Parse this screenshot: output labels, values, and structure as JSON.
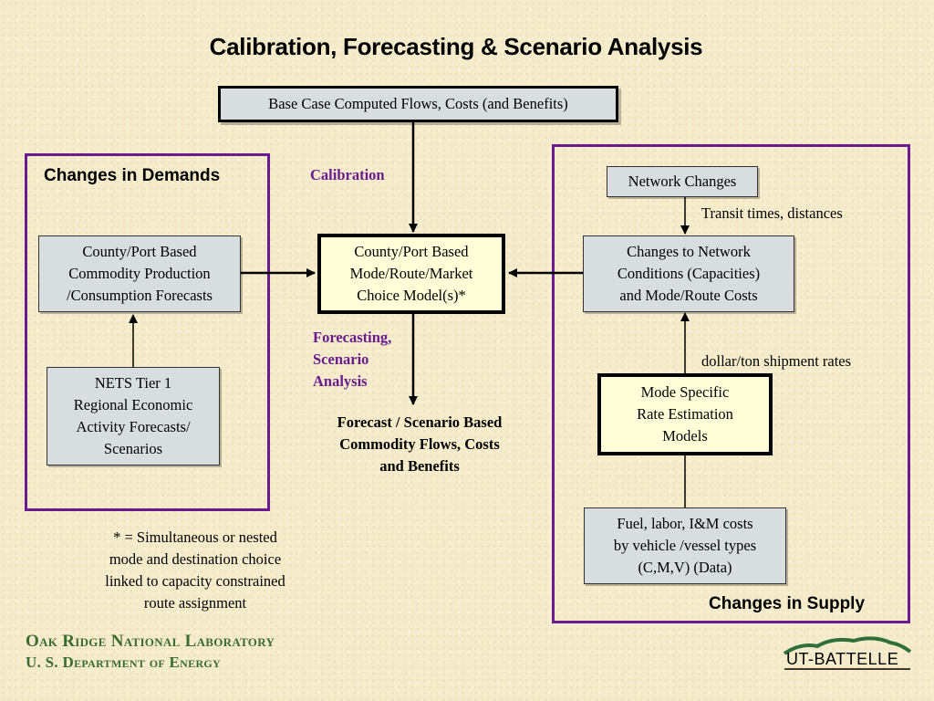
{
  "title": "Calibration, Forecasting & Scenario Analysis",
  "base_case": "Base Case Computed Flows, Costs (and Benefits)",
  "calibration_label": "Calibration",
  "demands": {
    "label": "Changes in Demands",
    "commodity_box": "County/Port Based\nCommodity Production\n/Consumption Forecasts",
    "nets_box": "NETS Tier 1\nRegional Economic\nActivity Forecasts/\nScenarios"
  },
  "center": {
    "model_box": "County/Port Based\nMode/Route/Market\nChoice Model(s)*",
    "forecasting_label": "Forecasting,\nScenario\nAnalysis",
    "output_label": "Forecast / Scenario Based\nCommodity Flows, Costs\nand Benefits"
  },
  "supply": {
    "label": "Changes in Supply",
    "network_changes_box": "Network Changes",
    "transit_label": "Transit times, distances",
    "network_conditions_box": "Changes to Network\nConditions (Capacities)\nand Mode/Route Costs",
    "shipment_rates_label": "dollar/ton shipment rates",
    "rate_models_box": "Mode Specific\nRate Estimation\nModels",
    "costs_data_box": "Fuel, labor, I&M costs\nby vehicle /vessel types\n(C,M,V) (Data)"
  },
  "footnote": "*  =  Simultaneous or nested\nmode and destination choice\n linked to capacity constrained\nroute assignment",
  "footer": {
    "org_line1": "Oak Ridge National Laboratory",
    "org_line2": "U. S. Department of Energy",
    "logo_text": "UT-BATTELLE"
  },
  "colors": {
    "region_border": "#6a1b8e",
    "box_fill_grey": "#d8dde0",
    "box_fill_yellow": "#fffed8",
    "footer_green": "#3a6b2f"
  }
}
